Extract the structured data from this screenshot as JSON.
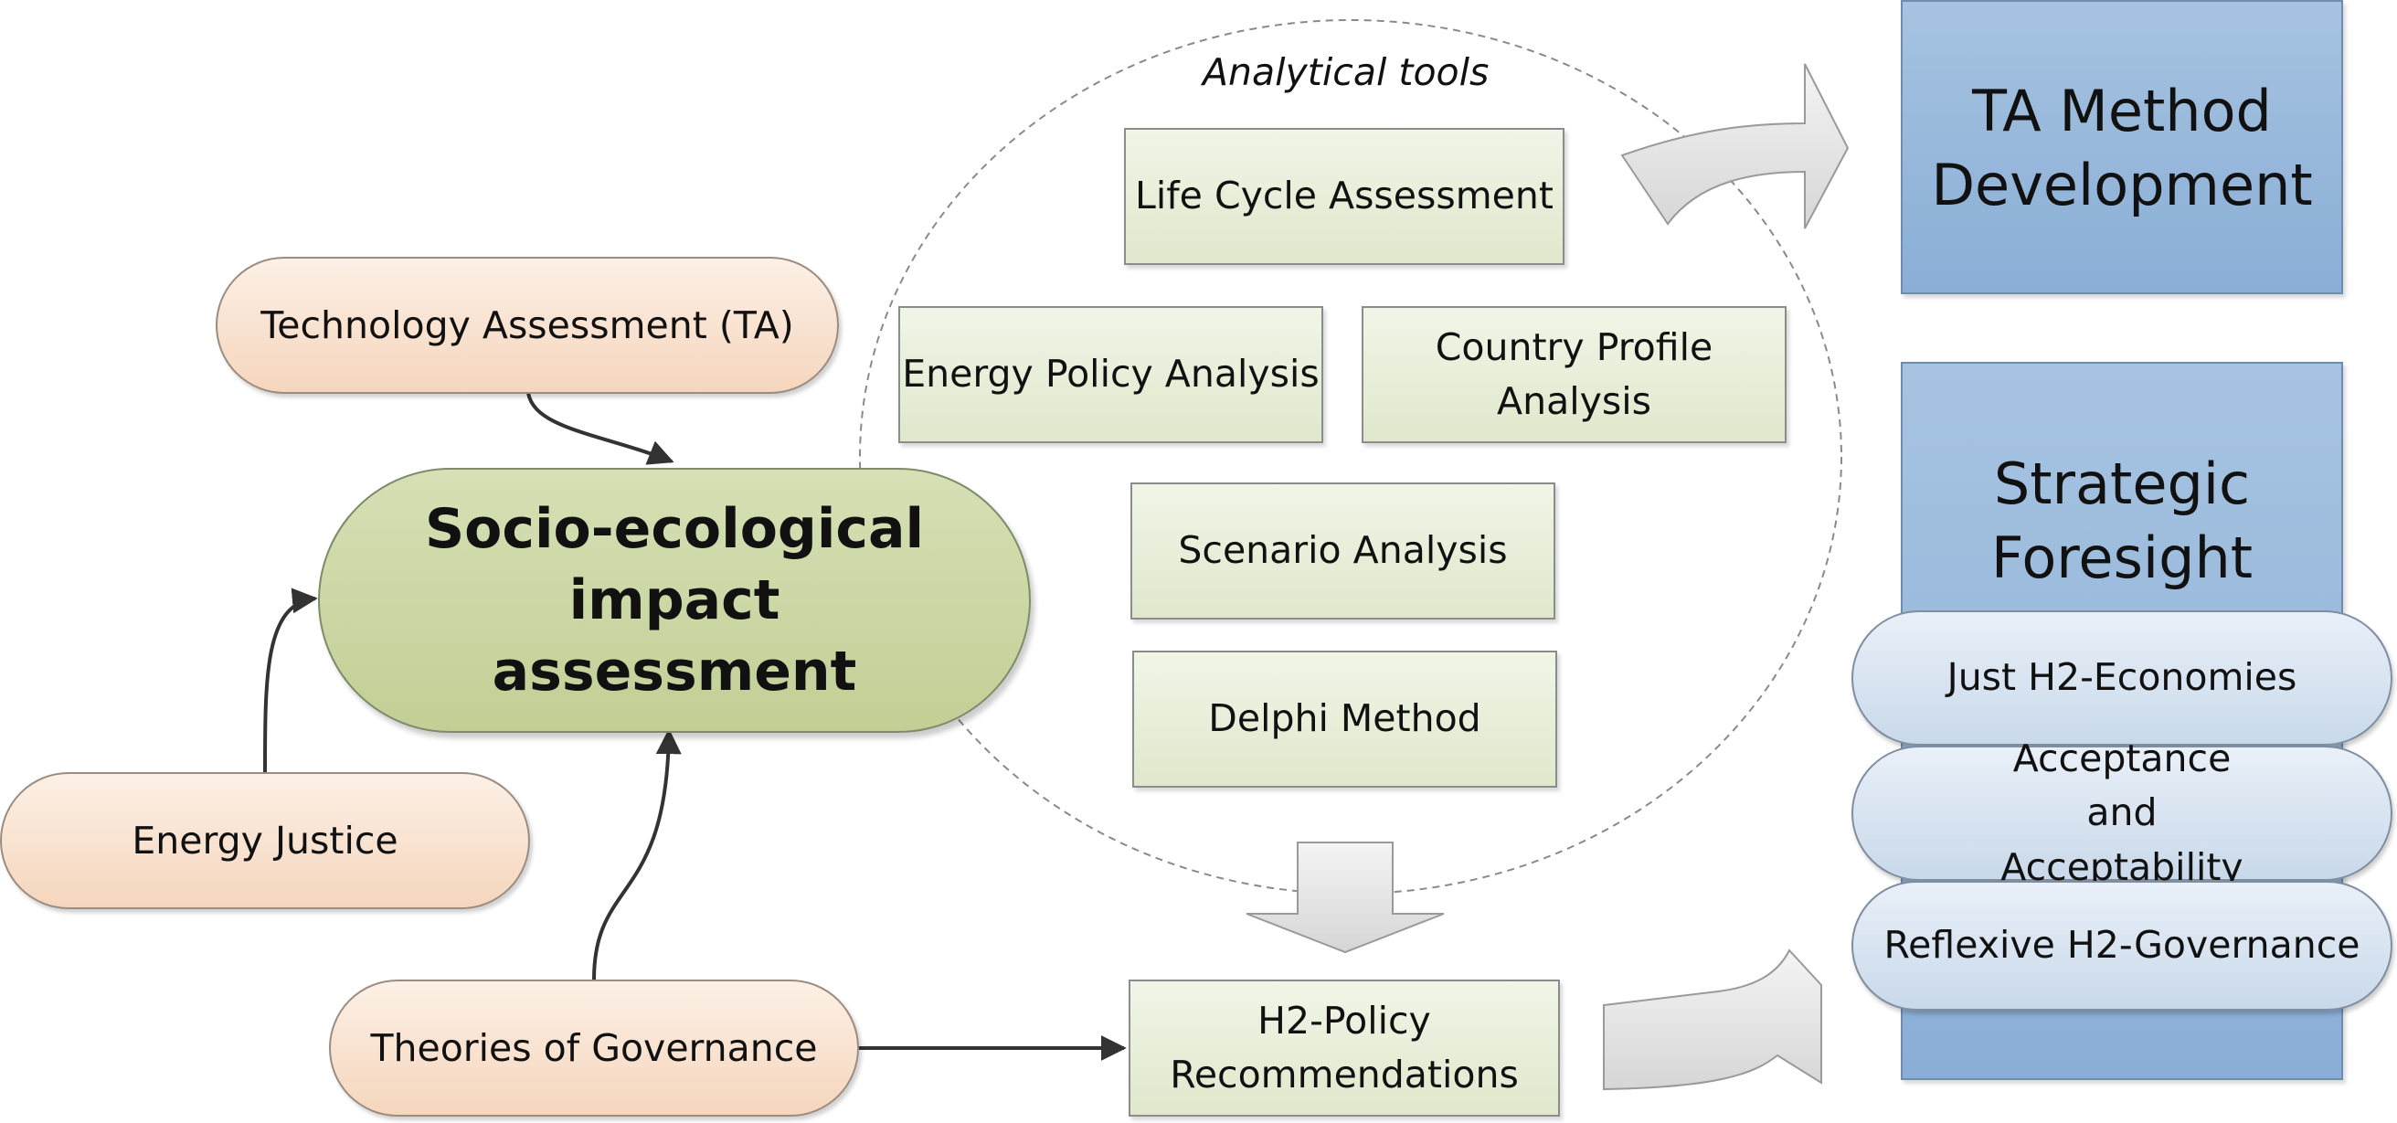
{
  "caption": "Analytical tools",
  "nodes": {
    "ta": "Technology Assessment (TA)",
    "justice": "Energy Justice",
    "governance": "Theories of Governance",
    "impact": "Socio-ecological impact assessment",
    "lca": "Life Cycle Assessment",
    "energy_policy": "Energy Policy Analysis",
    "country_profile": "Country Profile Analysis",
    "scenario": "Scenario Analysis",
    "delphi": "Delphi Method",
    "h2_policy": "H2-Policy Recommendations",
    "ta_method": "TA Method Development",
    "foresight": "Strategic Foresight",
    "just_h2": "Just H2-Economies",
    "acceptance": "Acceptance and Acceptability",
    "reflexive": "Reflexive H2-Governance"
  },
  "colors": {
    "orange_fill": "#f7dcc6",
    "green_fill": "#c8d4a3",
    "tool_fill": "#e8eed9",
    "blue_fill": "#95b3d7",
    "blue_pill": "#d5e2f0"
  }
}
